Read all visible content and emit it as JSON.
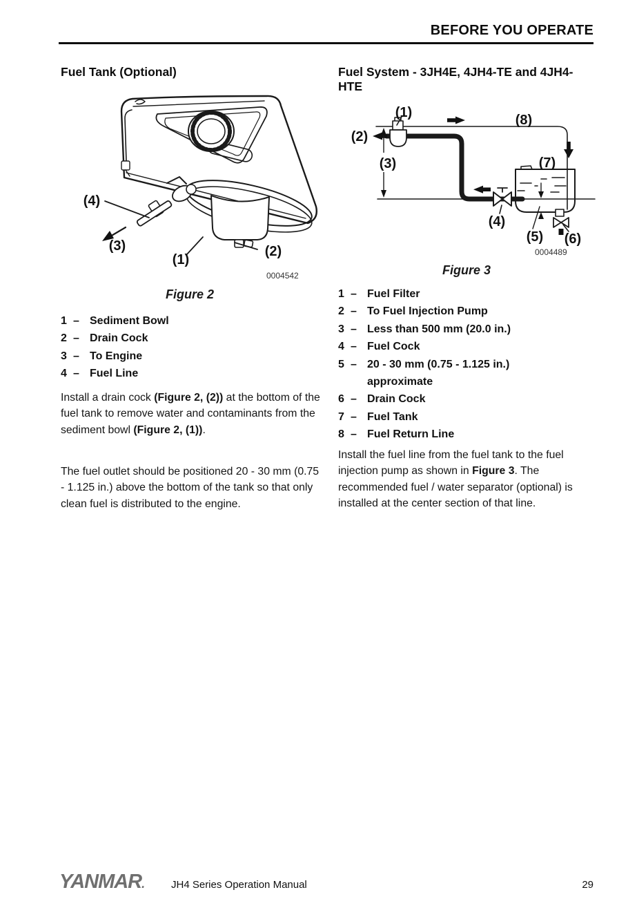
{
  "header": {
    "title": "BEFORE YOU OPERATE"
  },
  "left": {
    "heading": "Fuel Tank (Optional)",
    "figure2": {
      "code": "0004542",
      "caption": "Figure 2",
      "callout1": "(1)",
      "callout2": "(2)",
      "callout3": "(3)",
      "callout4": "(4)"
    },
    "legend": [
      {
        "num": "1",
        "dash": "–",
        "label": "Sediment Bowl"
      },
      {
        "num": "2",
        "dash": "–",
        "label": "Drain Cock"
      },
      {
        "num": "3",
        "dash": "–",
        "label": "To Engine"
      },
      {
        "num": "4",
        "dash": "–",
        "label": "Fuel Line"
      }
    ],
    "para1": [
      {
        "t": "Install a drain cock "
      },
      {
        "t": "(Figure 2, (2))",
        "b": true
      },
      {
        "t": " at the bottom of the fuel tank to remove water and contaminants from the sediment bowl "
      },
      {
        "t": "(Figure 2, (1))",
        "b": true
      },
      {
        "t": "."
      }
    ],
    "para2": "The fuel outlet should be positioned 20 - 30 mm (0.75 - 1.125 in.) above the bottom of the tank so that only clean fuel is distributed to the engine."
  },
  "right": {
    "heading": "Fuel System - 3JH4E, 4JH4-TE and 4JH4-HTE",
    "figure3": {
      "code": "0004489",
      "caption": "Figure 3",
      "callout1": "(1)",
      "callout2": "(2)",
      "callout3": "(3)",
      "callout4": "(4)",
      "callout5": "(5)",
      "callout6": "(6)",
      "callout7": "(7)",
      "callout8": "(8)"
    },
    "legend": [
      {
        "num": "1",
        "dash": "–",
        "label": "Fuel Filter"
      },
      {
        "num": "2",
        "dash": "–",
        "label": "To Fuel Injection Pump"
      },
      {
        "num": "3",
        "dash": "–",
        "label": "Less than 500 mm (20.0 in.)"
      },
      {
        "num": "4",
        "dash": "–",
        "label": "Fuel Cock"
      },
      {
        "num": "5",
        "dash": "–",
        "label": "20 - 30 mm (0.75 - 1.125 in.)",
        "label2": "approximate"
      },
      {
        "num": "6",
        "dash": "–",
        "label": "Drain Cock"
      },
      {
        "num": "7",
        "dash": "–",
        "label": "Fuel Tank"
      },
      {
        "num": "8",
        "dash": "–",
        "label": "Fuel Return Line"
      }
    ],
    "para": [
      {
        "t": "Install the fuel line from the fuel tank to the fuel injection pump as shown in "
      },
      {
        "t": "Figure 3",
        "b": true
      },
      {
        "t": ". The recommended fuel / water separator (optional) is installed at the center section of that line."
      }
    ]
  },
  "footer": {
    "logo": "YANMAR",
    "logo_dot": ".",
    "manual": "JH4 Series Operation Manual",
    "page_number": "29"
  }
}
